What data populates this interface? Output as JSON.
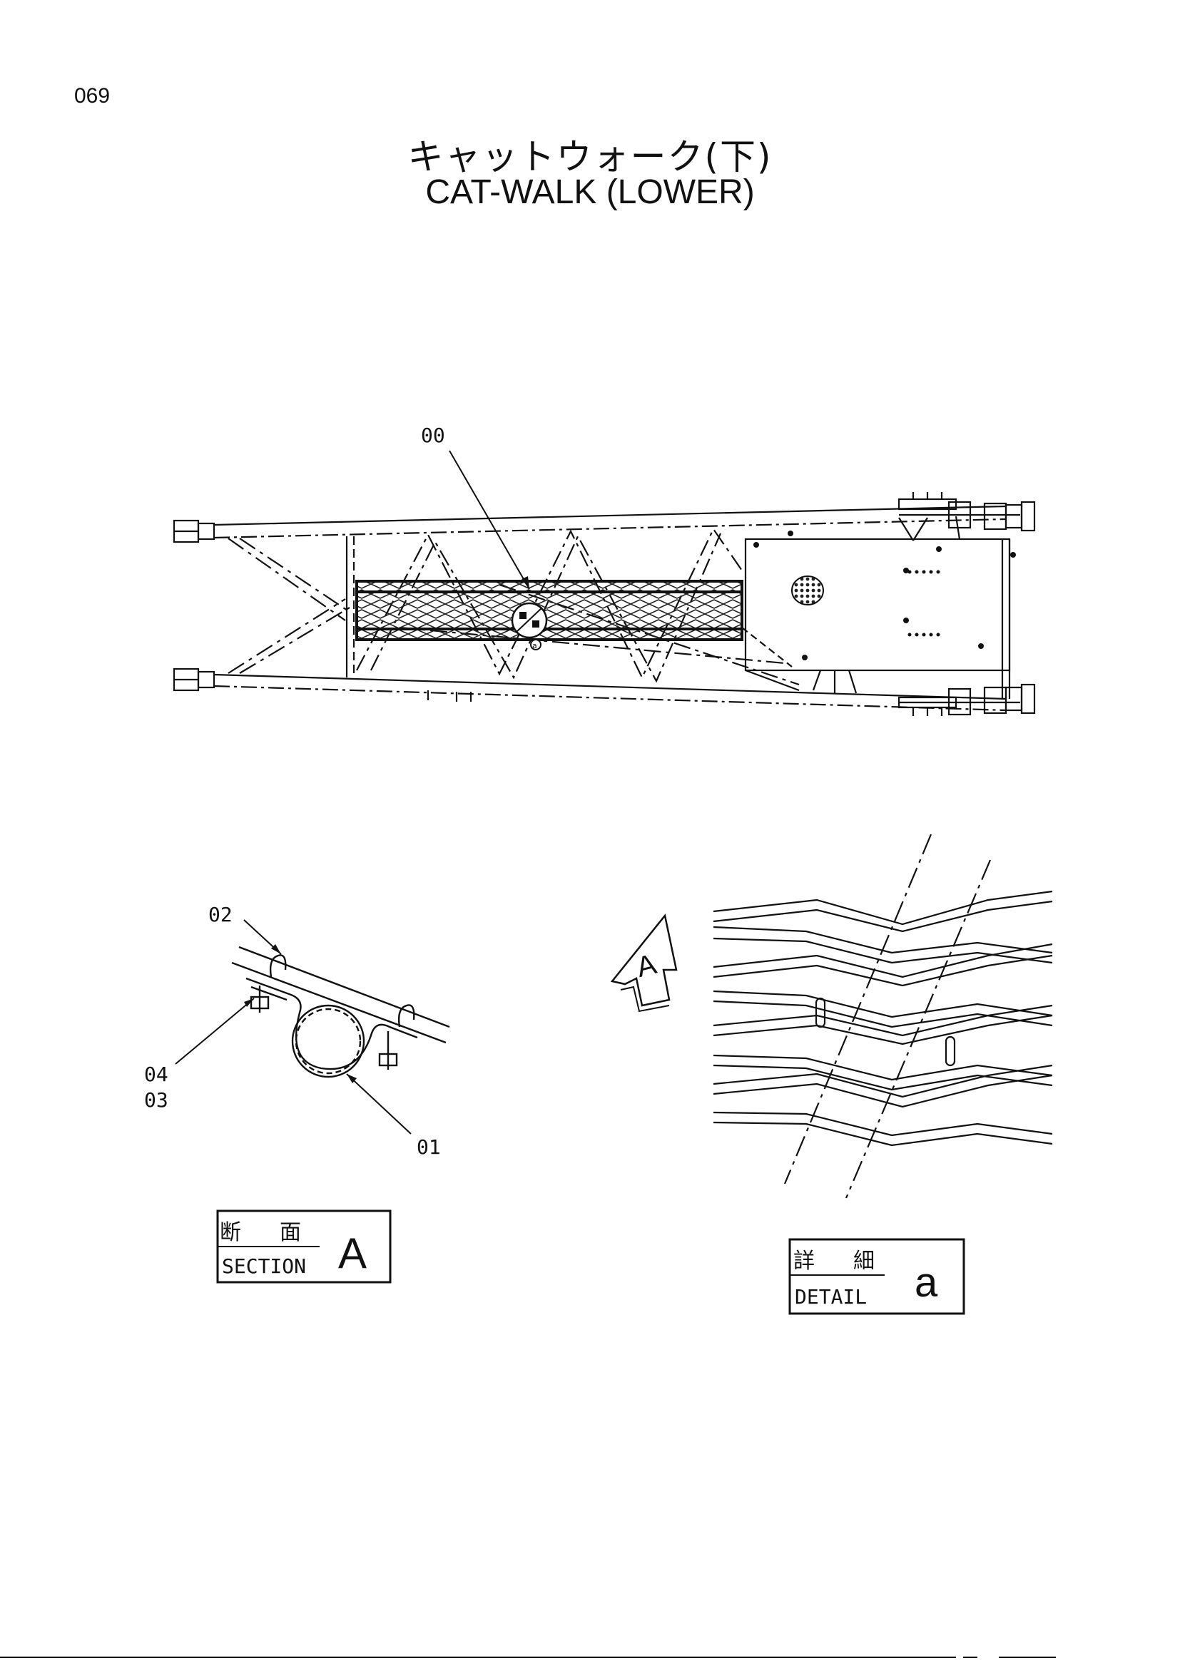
{
  "page_number": "069",
  "title": {
    "japanese": "キャットウォーク(下)",
    "english": "CAT-WALK (LOWER)"
  },
  "part_labels": {
    "p00": "00",
    "p01": "01",
    "p02": "02",
    "p03": "03",
    "p04": "04"
  },
  "section_box": {
    "kanji_1": "断",
    "kanji_2": "面",
    "caption": "SECTION",
    "letter": "A"
  },
  "detail_box": {
    "kanji_1": "詳",
    "kanji_2": "細",
    "caption": "DETAIL",
    "letter": "a"
  },
  "view_arrow_letter": "A",
  "detail_marker_letter": "a"
}
